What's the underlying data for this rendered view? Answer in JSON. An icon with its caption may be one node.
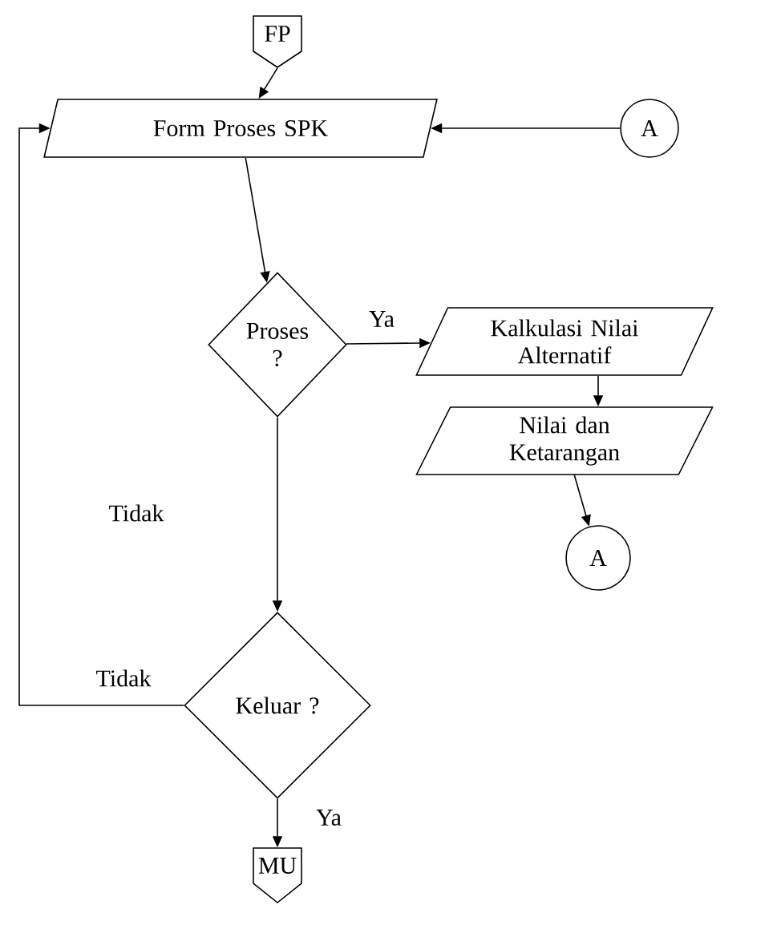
{
  "diagram": {
    "nodes": [
      {
        "text": [
          "FP"
        ]
      },
      {
        "text": [
          "Form Proses SPK"
        ]
      },
      {
        "text": [
          "A"
        ]
      },
      {
        "text": [
          "Proses ?"
        ]
      },
      {
        "text": [
          "Kalkulasi Nilai Alternatif"
        ]
      },
      {
        "text": [
          "Nilai dan Ketarangan"
        ]
      },
      {
        "text": [
          "A"
        ]
      },
      {
        "text": [
          "Keluar ?"
        ]
      },
      {
        "text": [
          "MU"
        ]
      }
    ],
    "edges": [
      {
        "from": 0,
        "to": 1,
        "arrow": "to"
      },
      {
        "from": 2,
        "to": 1,
        "arrow": "to"
      },
      {
        "from": 1,
        "to": 3,
        "arrow": "to"
      },
      {
        "from": 3,
        "to": 4,
        "arrow": "to",
        "label": "Ya"
      },
      {
        "from": 4,
        "to": 5,
        "arrow": "to"
      },
      {
        "from": 5,
        "to": 6,
        "arrow": "to"
      },
      {
        "from": 3,
        "to": 7,
        "arrow": "to",
        "label": "Tidak"
      },
      {
        "from": 7,
        "to": 1,
        "arrow": "to",
        "label": "Tidak"
      },
      {
        "from": 7,
        "to": 8,
        "arrow": "to",
        "label": "Ya"
      }
    ]
  }
}
